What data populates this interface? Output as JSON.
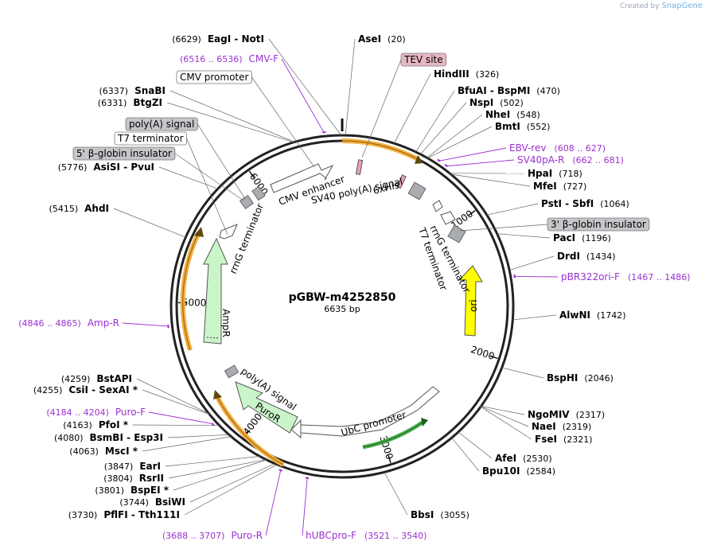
{
  "brand": {
    "prefix": "Created by",
    "name": "SnapGene"
  },
  "plasmid": {
    "name": "pGBW-m4252850",
    "length": "6635 bp",
    "bp": 6635
  },
  "ticks": [
    {
      "label": "1000",
      "pos": 1000
    },
    {
      "label": "2000",
      "pos": 2000
    },
    {
      "label": "3000",
      "pos": 3000
    },
    {
      "label": "4000",
      "pos": 4000
    },
    {
      "label": "5000",
      "pos": 5000
    },
    {
      "label": "6000",
      "pos": 6000
    }
  ],
  "sites": [
    {
      "name": "EagI  -  NotI",
      "pos": "(6629)",
      "at": 6629,
      "side": "L"
    },
    {
      "name": "AseI",
      "pos": "(20)",
      "at": 20,
      "side": "R"
    },
    {
      "name": "HindIII",
      "pos": "(326)",
      "at": 326,
      "side": "R"
    },
    {
      "name": "BfuAI  -  BspMI",
      "pos": "(470)",
      "at": 470,
      "side": "R"
    },
    {
      "name": "NspI",
      "pos": "(502)",
      "at": 502,
      "side": "R"
    },
    {
      "name": "NheI",
      "pos": "(548)",
      "at": 548,
      "side": "R"
    },
    {
      "name": "BmtI",
      "pos": "(552)",
      "at": 552,
      "side": "R"
    },
    {
      "name": "HpaI",
      "pos": "(718)",
      "at": 718,
      "side": "R"
    },
    {
      "name": "MfeI",
      "pos": "(727)",
      "at": 727,
      "side": "R"
    },
    {
      "name": "PstI  -  SbfI",
      "pos": "(1064)",
      "at": 1064,
      "side": "R"
    },
    {
      "name": "PacI",
      "pos": "(1196)",
      "at": 1196,
      "side": "R"
    },
    {
      "name": "DrdI",
      "pos": "(1434)",
      "at": 1434,
      "side": "R"
    },
    {
      "name": "AlwNI",
      "pos": "(1742)",
      "at": 1742,
      "side": "R"
    },
    {
      "name": "BspHI",
      "pos": "(2046)",
      "at": 2046,
      "side": "R"
    },
    {
      "name": "NgoMIV",
      "pos": "(2317)",
      "at": 2317,
      "side": "R"
    },
    {
      "name": "NaeI",
      "pos": "(2319)",
      "at": 2319,
      "side": "R"
    },
    {
      "name": "FseI",
      "pos": "(2321)",
      "at": 2321,
      "side": "R"
    },
    {
      "name": "AfeI",
      "pos": "(2530)",
      "at": 2530,
      "side": "R"
    },
    {
      "name": "Bpu10I",
      "pos": "(2584)",
      "at": 2584,
      "side": "R"
    },
    {
      "name": "BbsI",
      "pos": "(3055)",
      "at": 3055,
      "side": "R"
    },
    {
      "name": "PflFI  -  Tth111I",
      "pos": "(3730)",
      "at": 3730,
      "side": "L"
    },
    {
      "name": "BsiWI",
      "pos": "(3744)",
      "at": 3744,
      "side": "L"
    },
    {
      "name": "BspEI *",
      "pos": "(3801)",
      "at": 3801,
      "side": "L"
    },
    {
      "name": "RsrII",
      "pos": "(3804)",
      "at": 3804,
      "side": "L"
    },
    {
      "name": "EarI",
      "pos": "(3847)",
      "at": 3847,
      "side": "L"
    },
    {
      "name": "MscI *",
      "pos": "(4063)",
      "at": 4063,
      "side": "L"
    },
    {
      "name": "BsmBI  -  Esp3I",
      "pos": "(4080)",
      "at": 4080,
      "side": "L"
    },
    {
      "name": "PfoI *",
      "pos": "(4163)",
      "at": 4163,
      "side": "L"
    },
    {
      "name": "CsiI  -  SexAI *",
      "pos": "(4255)",
      "at": 4255,
      "side": "L"
    },
    {
      "name": "BstAPI",
      "pos": "(4259)",
      "at": 4259,
      "side": "L"
    },
    {
      "name": "AhdI",
      "pos": "(5415)",
      "at": 5415,
      "side": "L"
    },
    {
      "name": "AsiSI  -  PvuI",
      "pos": "(5776)",
      "at": 5776,
      "side": "L"
    },
    {
      "name": "BtgZI",
      "pos": "(6331)",
      "at": 6331,
      "side": "L"
    },
    {
      "name": "SnaBI",
      "pos": "(6337)",
      "at": 6337,
      "side": "L"
    }
  ],
  "primers": [
    {
      "name": "CMV-F",
      "range": "(6516 .. 6536)",
      "at": 6526,
      "side": "L"
    },
    {
      "name": "EBV-rev",
      "range": "(608 .. 627)",
      "at": 618,
      "side": "R"
    },
    {
      "name": "SV40pA-R",
      "range": "(662 .. 681)",
      "at": 672,
      "side": "R"
    },
    {
      "name": "pBR322ori-F",
      "range": "(1467 .. 1486)",
      "at": 1476,
      "side": "R"
    },
    {
      "name": "hUBCpro-F",
      "range": "(3521 .. 3540)",
      "at": 3530,
      "side": "R"
    },
    {
      "name": "Puro-R",
      "range": "(3688 .. 3707)",
      "at": 3697,
      "side": "L"
    },
    {
      "name": "Puro-F",
      "range": "(4184 .. 4204)",
      "at": 4194,
      "side": "L"
    },
    {
      "name": "Amp-R",
      "range": "(4846 .. 4865)",
      "at": 4855,
      "side": "L"
    }
  ],
  "boxed_features": [
    {
      "name": "TEV site",
      "style": "pink"
    },
    {
      "name": "CMV promoter",
      "style": "white"
    },
    {
      "name": "poly(A) signal",
      "style": "gray"
    },
    {
      "name": "T7 terminator",
      "style": "white"
    },
    {
      "name": "5' β-globin insulator",
      "style": "gray"
    },
    {
      "name": "3' β-globin insulator",
      "style": "gray"
    }
  ],
  "feature_labels": {
    "cmv_enhancer": "CMV enhancer",
    "sv40_polya": "SV40 poly(A) signal",
    "his": "6xHis",
    "rrng1": "rrnG terminator",
    "t7": "T7 terminator",
    "ori": "ori",
    "ubc": "UbC promoter",
    "puror": "PuroR",
    "polya2": "poly(A) signal",
    "ampr": "AmpR",
    "rrng2": "rrnG terminator"
  },
  "colors": {
    "backbone": "#222222",
    "orf_orange": "#f5b041",
    "green_arrow": "#c9f5c9",
    "ori_yellow": "#ffff00",
    "primer": "#9b30d0",
    "feature_gray": "#a9acb1",
    "tev_pink": "#e8b8c4"
  }
}
